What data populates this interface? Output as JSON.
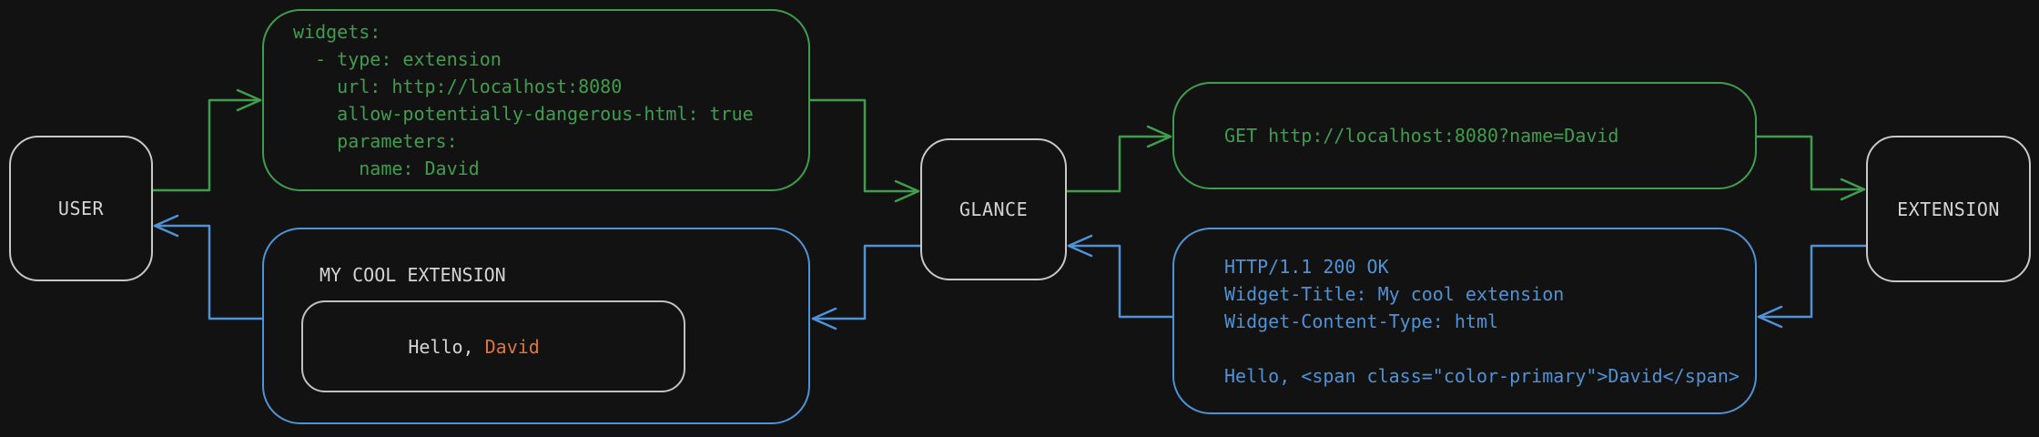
{
  "colors": {
    "bg": "#121212",
    "green": "#3f9e4e",
    "blue": "#4f93d6",
    "node-border": "#c8c8c8",
    "inner-border": "#c0c0c0",
    "text": "#d4d4d4",
    "orange": "#e0753a"
  },
  "nodes": {
    "user": {
      "label": "USER"
    },
    "glance": {
      "label": "GLANCE"
    },
    "extension": {
      "label": "EXTENSION"
    }
  },
  "messages": {
    "widget_config": {
      "lines": [
        "widgets:",
        "  - type: extension",
        "    url: http://localhost:8080",
        "    allow-potentially-dangerous-html: true",
        "    parameters:",
        "      name: David"
      ]
    },
    "http_request": {
      "text": "GET http://localhost:8080?name=David"
    },
    "http_response": {
      "lines": [
        "HTTP/1.1 200 OK",
        "Widget-Title: My cool extension",
        "Widget-Content-Type: html",
        "",
        "Hello, <span class=\"color-primary\">David</span>"
      ]
    },
    "widget_render": {
      "title": "MY COOL EXTENSION",
      "greeting_prefix": "Hello, ",
      "greeting_name": "David"
    }
  }
}
